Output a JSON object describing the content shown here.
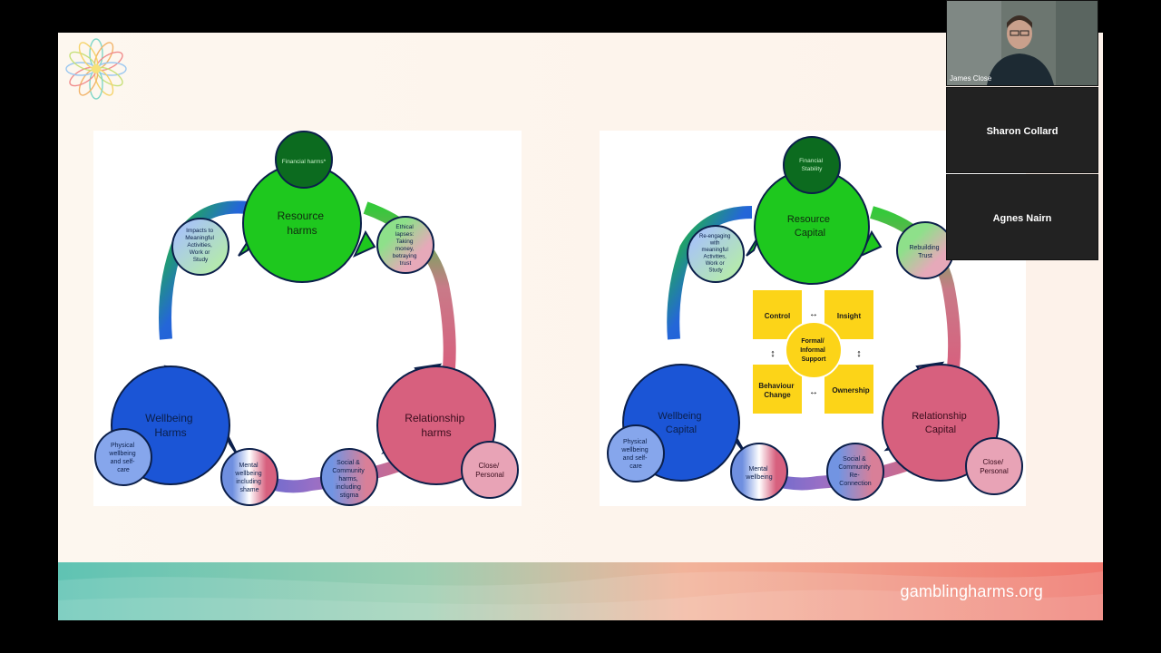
{
  "slide": {
    "footer_url": "gamblingharms.org"
  },
  "diagram_harms": {
    "top_small": "Financial harms*",
    "top_main": [
      "Resource",
      "harms"
    ],
    "left_main": [
      "Wellbeing",
      "Harms"
    ],
    "right_main": [
      "Relationship",
      "harms"
    ],
    "top_left_sat": [
      "Impacts to",
      "Meaningful",
      "Activities,",
      "Work or",
      "Study"
    ],
    "top_right_sat": [
      "Ethical",
      "lapses:",
      "Taking",
      "money,",
      "betraying",
      "trust"
    ],
    "bottom_left_sat": [
      "Physical",
      "wellbeing",
      "and self-",
      "care"
    ],
    "bottom_mid_left_sat": [
      "Mental",
      "wellbeing",
      "including",
      "shame"
    ],
    "bottom_mid_right_sat": [
      "Social &",
      "Community",
      "harms,",
      "including",
      "stigma"
    ],
    "bottom_right_sat": [
      "Close/",
      "Personal"
    ]
  },
  "diagram_capital": {
    "top_small": [
      "Financial",
      "Stability"
    ],
    "top_main": [
      "Resource",
      "Capital"
    ],
    "left_main": [
      "Wellbeing",
      "Capital"
    ],
    "right_main": [
      "Relationship",
      "Capital"
    ],
    "top_left_sat": [
      "Re-engaging",
      "with",
      "meaningful",
      "Activities,",
      "Work or",
      "Study"
    ],
    "top_right_sat": [
      "Rebuilding",
      "Trust"
    ],
    "bottom_left_sat": [
      "Physical",
      "wellbeing",
      "and self-",
      "care"
    ],
    "bottom_mid_left_sat": [
      "Mental",
      "wellbeing"
    ],
    "bottom_mid_right_sat": [
      "Social &",
      "Community",
      "Re-",
      "Connection"
    ],
    "bottom_right_sat": [
      "Close/",
      "Personal"
    ],
    "box_control": "Control",
    "box_insight": "Insight",
    "box_behaviour": [
      "Behaviour",
      "Change"
    ],
    "box_ownership": "Ownership",
    "center_support": [
      "Formal/",
      "Informal",
      "Support"
    ]
  },
  "participants": [
    {
      "name": "James Close"
    },
    {
      "name": "Sharon Collard"
    },
    {
      "name": "Agnes Nairn"
    }
  ],
  "colors": {
    "green": "#1ec81e",
    "dark_green": "#0c6b1f",
    "blue": "#1b55d6",
    "pink": "#d7607e",
    "yellow": "#fcd418"
  }
}
